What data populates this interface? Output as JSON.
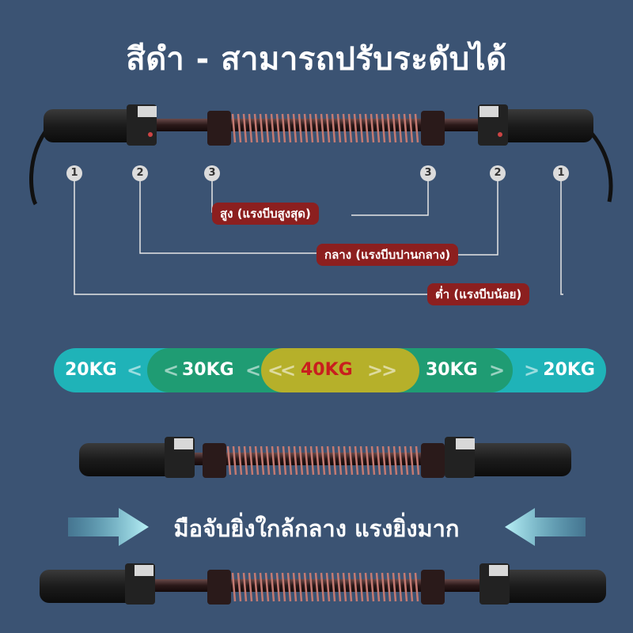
{
  "title": "สีดำ - สามารถปรับระดับได้",
  "markers": {
    "top": [
      "1",
      "2",
      "3",
      "3",
      "2",
      "1"
    ]
  },
  "levels": {
    "high": "สูง (แรงบีบสูงสุด)",
    "medium": "กลาง (แรงบีบปานกลาง)",
    "low": "ต่ำ (แรงบีบน้อย)"
  },
  "scale": {
    "segments": [
      "20KG",
      "30KG",
      "40KG",
      "30KG",
      "20KG"
    ],
    "colors": [
      "#1fb3b8",
      "#1f9c73",
      "#b6b02a",
      "#1f9c73",
      "#1fb3b8"
    ],
    "center_text_color": "#c81e1e",
    "chevron_left": "<",
    "chevron_right": ">"
  },
  "slogan": "มือจับยิ่งใกล้กลาง แรงยิ่งมาก",
  "colors": {
    "background": "#3b5373",
    "label_bg": "#8c1f1f",
    "spring": "#c47a72"
  }
}
